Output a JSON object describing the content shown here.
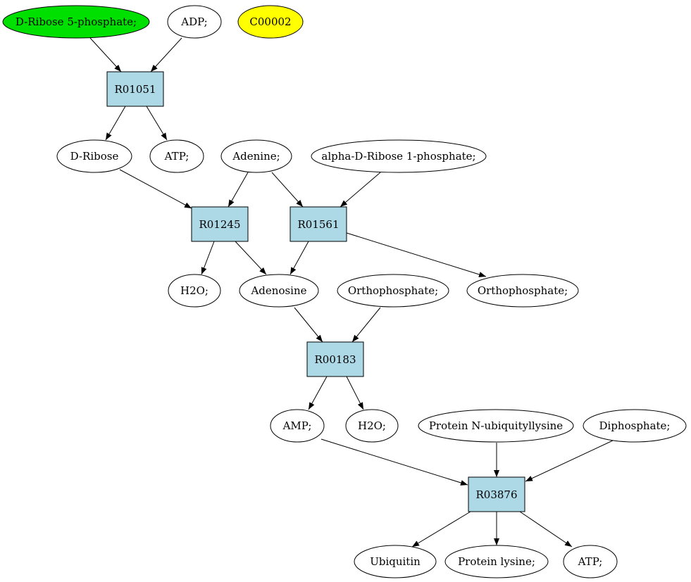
{
  "colors": {
    "reaction_fill": "#add8e6",
    "compound_fill": "#ffffff",
    "highlight_green": "#00e000",
    "highlight_yellow": "#ffff00",
    "stroke": "#000000"
  },
  "nodes": {
    "d_ribose_5_phosphate": "D-Ribose 5-phosphate;",
    "adp": "ADP;",
    "c00002": "C00002",
    "r01051": "R01051",
    "d_ribose": "D-Ribose",
    "atp_1": "ATP;",
    "adenine": "Adenine;",
    "alpha_d_ribose_1_phosphate": "alpha-D-Ribose 1-phosphate;",
    "r01245": "R01245",
    "r01561": "R01561",
    "h2o_1": "H2O;",
    "adenosine": "Adenosine",
    "orthophosphate_1": "Orthophosphate;",
    "orthophosphate_2": "Orthophosphate;",
    "r00183": "R00183",
    "amp": "AMP;",
    "h2o_2": "H2O;",
    "protein_n_ubiquityllysine": "Protein N-ubiquityllysine",
    "diphosphate": "Diphosphate;",
    "r03876": "R03876",
    "ubiquitin": "Ubiquitin",
    "protein_lysine": "Protein lysine;",
    "atp_2": "ATP;"
  },
  "edges": [
    [
      "d_ribose_5_phosphate",
      "r01051"
    ],
    [
      "adp",
      "r01051"
    ],
    [
      "r01051",
      "d_ribose"
    ],
    [
      "r01051",
      "atp_1"
    ],
    [
      "d_ribose",
      "r01245"
    ],
    [
      "adenine",
      "r01245"
    ],
    [
      "adenine",
      "r01561"
    ],
    [
      "alpha_d_ribose_1_phosphate",
      "r01561"
    ],
    [
      "r01245",
      "h2o_1"
    ],
    [
      "r01245",
      "adenosine"
    ],
    [
      "r01561",
      "adenosine"
    ],
    [
      "r01561",
      "orthophosphate_2"
    ],
    [
      "adenosine",
      "r00183"
    ],
    [
      "orthophosphate_1",
      "r00183"
    ],
    [
      "r00183",
      "amp"
    ],
    [
      "r00183",
      "h2o_2"
    ],
    [
      "amp",
      "r03876"
    ],
    [
      "protein_n_ubiquityllysine",
      "r03876"
    ],
    [
      "diphosphate",
      "r03876"
    ],
    [
      "r03876",
      "ubiquitin"
    ],
    [
      "r03876",
      "protein_lysine"
    ],
    [
      "r03876",
      "atp_2"
    ]
  ]
}
